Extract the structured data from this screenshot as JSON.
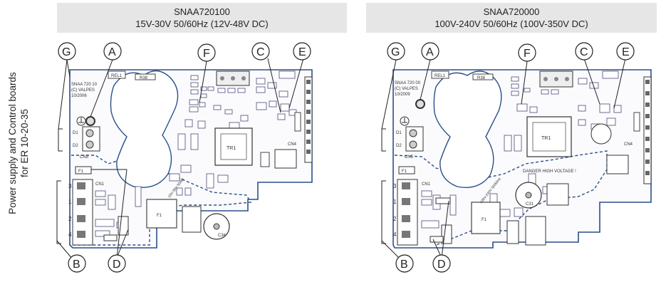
{
  "sidebar": {
    "line1": "Power supply and Control boards",
    "line2": "for ER 10-20-35"
  },
  "boards": [
    {
      "model": "SNAA720100",
      "rating": "15V-30V 50/60Hz (12V-48V DC)",
      "silk": {
        "ref": "SNAA 720 10",
        "brand": "(C) VALPES",
        "date": "10/2006",
        "ext": "",
        "fuse": "F1",
        "cn1": "CN1",
        "cn5": "CN5",
        "cn4": "CN4",
        "tr1": "TR1",
        "r38": "R38",
        "rel1": "REL1",
        "c34": "C34",
        "pins": [
          "3",
          "1",
          "2",
          "4"
        ]
      }
    },
    {
      "model": "SNAA720000",
      "rating": "100V-240V 50/60Hz (100V-350V DC)",
      "silk": {
        "ref": "SNAA 720 00",
        "brand": "(C) VALPES",
        "date": "10/2009",
        "ext": "DANGER HIGH VOLTAGE !",
        "fuse": "F1",
        "cn1": "CN1",
        "cn5": "CN5",
        "cn4": "CN4",
        "tr1": "TR1",
        "r38": "R38",
        "rel1": "REL1",
        "c34": "C31",
        "pins": [
          "3",
          "1",
          "2",
          "4"
        ]
      }
    }
  ],
  "callouts": [
    "A",
    "B",
    "C",
    "D",
    "E",
    "F",
    "G"
  ],
  "colors": {
    "header_bg": "#e6e6e6",
    "pcb_outline": "#2a4f8a",
    "component": "#3a3a6a",
    "pad": "#555555",
    "callout": "#222222"
  }
}
